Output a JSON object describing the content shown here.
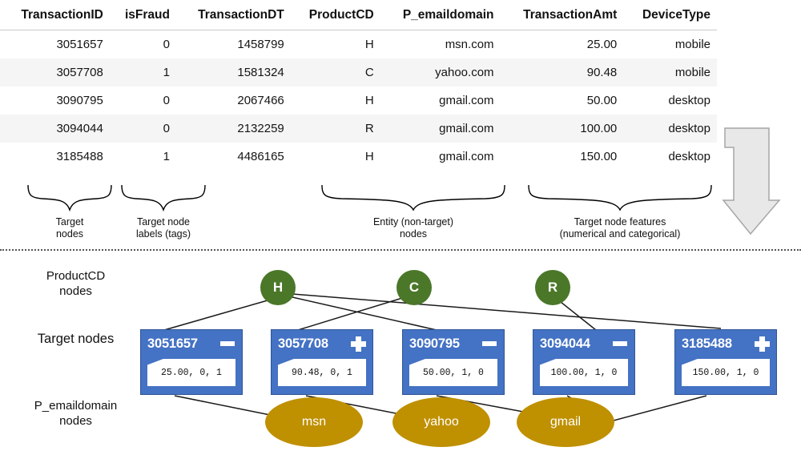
{
  "table": {
    "columns": [
      "TransactionID",
      "isFraud",
      "TransactionDT",
      "ProductCD",
      "P_emaildomain",
      "TransactionAmt",
      "DeviceType"
    ],
    "rows": [
      [
        "3051657",
        "0",
        "1458799",
        "H",
        "msn.com",
        "25.00",
        "mobile"
      ],
      [
        "3057708",
        "1",
        "1581324",
        "C",
        "yahoo.com",
        "90.48",
        "mobile"
      ],
      [
        "3090795",
        "0",
        "2067466",
        "H",
        "gmail.com",
        "50.00",
        "desktop"
      ],
      [
        "3094044",
        "0",
        "2132259",
        "R",
        "gmail.com",
        "100.00",
        "desktop"
      ],
      [
        "3185488",
        "1",
        "4486165",
        "H",
        "gmail.com",
        "150.00",
        "desktop"
      ]
    ]
  },
  "annotations": [
    {
      "line1": "Target",
      "line2": "nodes"
    },
    {
      "line1": "Target node",
      "line2": "labels (tags)"
    },
    {
      "line1": "Entity (non-target)",
      "line2": "nodes"
    },
    {
      "line1": "Target node features",
      "line2": "(numerical and categorical)"
    }
  ],
  "graph": {
    "row_labels": {
      "productcd": {
        "line1": "ProductCD",
        "line2": "nodes"
      },
      "target": {
        "line1": "Target nodes",
        "line2": ""
      },
      "emaildomain": {
        "line1": "P_emaildomain",
        "line2": "nodes"
      }
    },
    "product_nodes": [
      {
        "label": "H"
      },
      {
        "label": "C"
      },
      {
        "label": "R"
      }
    ],
    "target_nodes": [
      {
        "id": "3051657",
        "badge": "minus-icon",
        "features": "25.00, 0, 1"
      },
      {
        "id": "3057708",
        "badge": "plus-icon",
        "features": "90.48, 0, 1"
      },
      {
        "id": "3090795",
        "badge": "minus-icon",
        "features": "50.00, 1, 0"
      },
      {
        "id": "3094044",
        "badge": "minus-icon",
        "features": "100.00, 1, 0"
      },
      {
        "id": "3185488",
        "badge": "plus-icon",
        "features": "150.00, 1, 0"
      }
    ],
    "email_nodes": [
      {
        "label": "msn"
      },
      {
        "label": "yahoo"
      },
      {
        "label": "gmail"
      }
    ],
    "edges": [
      {
        "from": "H",
        "to": "3051657"
      },
      {
        "from": "H",
        "to": "3090795"
      },
      {
        "from": "H",
        "to": "3185488"
      },
      {
        "from": "C",
        "to": "3057708"
      },
      {
        "from": "R",
        "to": "3094044"
      },
      {
        "from": "3051657",
        "to": "msn"
      },
      {
        "from": "3057708",
        "to": "yahoo"
      },
      {
        "from": "3090795",
        "to": "gmail"
      },
      {
        "from": "3094044",
        "to": "gmail"
      },
      {
        "from": "3185488",
        "to": "gmail"
      }
    ]
  },
  "colors": {
    "target_node": "#4472c4",
    "product_node": "#4b7729",
    "email_node": "#bf9000",
    "arrow": "#e6e6e6",
    "row_stripe": "#f5f5f5"
  }
}
